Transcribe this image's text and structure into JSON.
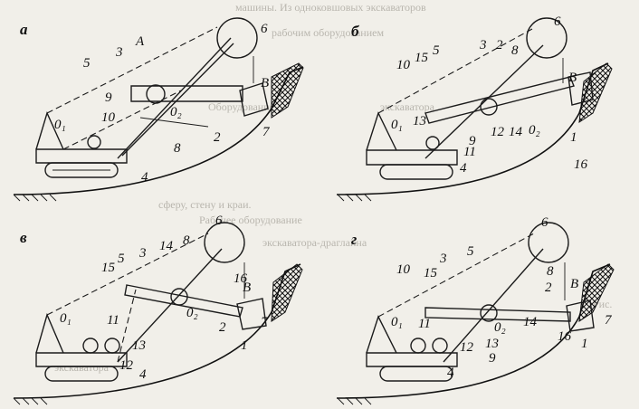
{
  "panels": [
    {
      "key": "a",
      "letter": "a",
      "labels": [
        "A",
        "6",
        "3",
        "5",
        "9",
        "10",
        "0₂",
        "0₁",
        "8",
        "2",
        "7",
        "4",
        "B"
      ]
    },
    {
      "key": "b",
      "letter": "б",
      "labels": [
        "6",
        "10",
        "15",
        "5",
        "3",
        "2",
        "8",
        "B",
        "0₁",
        "13",
        "12",
        "14",
        "0₂",
        "1",
        "11",
        "9",
        "16",
        "4"
      ]
    },
    {
      "key": "v",
      "letter": "в",
      "labels": [
        "6",
        "15",
        "5",
        "3",
        "14",
        "8",
        "16",
        "0₁",
        "11",
        "0₂",
        "2",
        "B",
        "7",
        "1",
        "13",
        "12",
        "4"
      ]
    },
    {
      "key": "g",
      "letter": "г",
      "labels": [
        "6",
        "10",
        "3",
        "5",
        "15",
        "8",
        "2",
        "B",
        "0₁",
        "11",
        "0₂",
        "12",
        "13",
        "14",
        "9",
        "16",
        "1",
        "7",
        "4"
      ]
    }
  ],
  "background_text": [
    "машины. Из одноковшовых экскаваторов",
    "рабочим оборудованием",
    "Оборудование",
    "экскаватора",
    "сферу, стену и краи.",
    "Рабочее оборудование",
    "экскаватора-драглайна",
    "Рис.",
    "экскаватора"
  ]
}
